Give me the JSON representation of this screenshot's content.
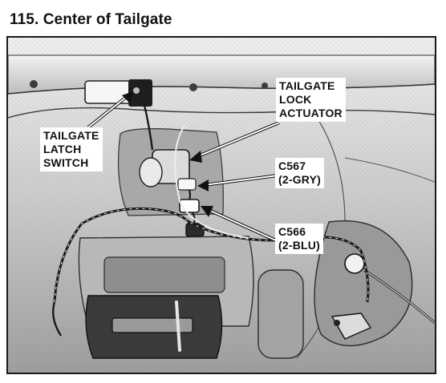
{
  "figure": {
    "title": "115. Center of Tailgate"
  },
  "callouts": {
    "lock_actuator": "TAILGATE\nLOCK\nACTUATOR",
    "latch_switch": "TAILGATE\nLATCH\nSWITCH",
    "connector_c567": "C567\n(2-GRY)",
    "connector_c566": "C566\n(2-BLU)"
  }
}
